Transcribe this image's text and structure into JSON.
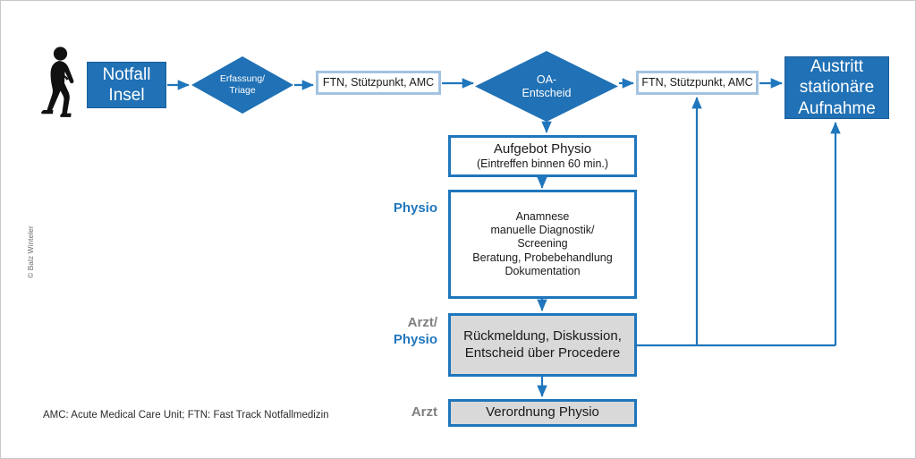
{
  "diagram": {
    "title_text": "",
    "colors": {
      "blue_fill": "#2071B5",
      "blue_line": "#1F76BC",
      "light_blue_border": "#A3C3E0",
      "grey_fill": "#D9D9D9",
      "label_grey": "#808080",
      "white": "#FFFFFF",
      "text_dark": "#1A1A1A"
    },
    "nodes": {
      "patient_icon": "walking-person-icon",
      "notfall_insel": {
        "line1": "Notfall",
        "line2": "Insel"
      },
      "erfassung_triage": {
        "line1": "Erfassung/",
        "line2": "Triage"
      },
      "ftn_left": {
        "label": "FTN, Stützpunkt, AMC"
      },
      "oa_entscheid": {
        "line1": "OA-",
        "line2": "Entscheid"
      },
      "ftn_right": {
        "label": "FTN, Stützpunkt, AMC"
      },
      "austritt": {
        "line1": "Austritt",
        "line2": "stationäre",
        "line3": "Aufnahme"
      },
      "aufgebot_physio": {
        "line1": "Aufgebot Physio",
        "line2": "(Eintreffen binnen 60 min.)"
      },
      "anamnese": {
        "line1": "Anamnese",
        "line2": "manuelle Diagnostik/",
        "line3": "Screening",
        "line4": "Beratung, Probebehandlung",
        "line5": "Dokumentation"
      },
      "rueckmeldung": {
        "line1": "Rückmeldung, Diskussion,",
        "line2": "Entscheid über Procedere"
      },
      "verordnung": {
        "label": "Verordnung Physio"
      }
    },
    "swimlane_labels": {
      "physio": "Physio",
      "arzt_physio_line1": "Arzt/",
      "arzt_physio_line2": "Physio",
      "arzt": "Arzt"
    },
    "footnote": "AMC: Acute Medical Care Unit; FTN: Fast Track Notfallmedizin",
    "copyright": "© Balz Winteler"
  }
}
